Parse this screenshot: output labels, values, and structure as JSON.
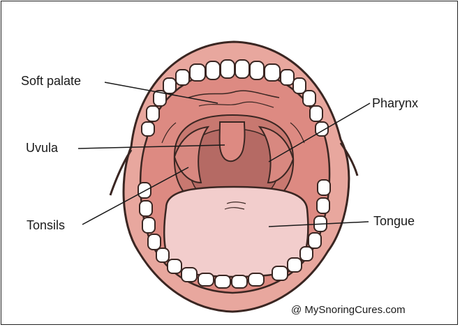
{
  "labels": {
    "soft_palate": "Soft palate",
    "uvula": "Uvula",
    "tonsils": "Tonsils",
    "pharynx": "Pharynx",
    "tongue": "Tongue"
  },
  "credit": "@ MySnoringCures.com",
  "colors": {
    "lips": "#e8a79e",
    "lip_outline": "#3a2622",
    "gum": "#e5938a",
    "palate": "#dd8a82",
    "throat": "#c87870",
    "pharynx_dark": "#b56a64",
    "tongue": "#f2cdcc",
    "teeth": "#ffffff"
  },
  "icons": [
    "mouth-illustration"
  ]
}
